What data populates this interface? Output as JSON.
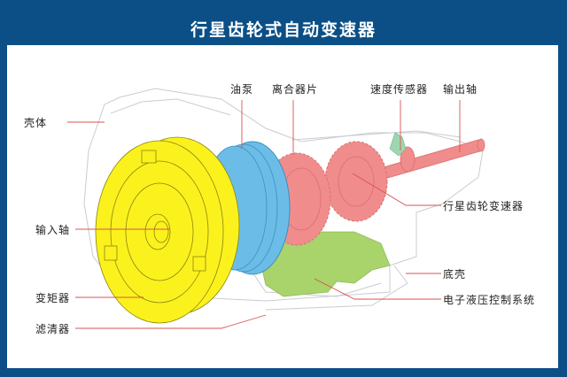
{
  "title": "行星齿轮式自动变速器",
  "colors": {
    "frame": "#0b4f86",
    "leader": "#d9534f",
    "torque_converter": "#fbf21d",
    "oil_pump": "#6bbde8",
    "gears": "#f08c8c",
    "hydraulic": "#a9d36b",
    "sensor": "#9fd6b0",
    "outline": "#c8ccd2"
  },
  "labels": {
    "housing": "壳体",
    "oil_pump": "油泵",
    "clutch_plates": "离合器片",
    "speed_sensor": "速度传感器",
    "output_shaft": "输出轴",
    "input_shaft": "输入轴",
    "planetary_gearset": "行星齿轮变速器",
    "oil_pan": "底壳",
    "torque_converter": "变矩器",
    "hydraulic_control": "电子液压控制系统",
    "filter": "滤清器"
  }
}
